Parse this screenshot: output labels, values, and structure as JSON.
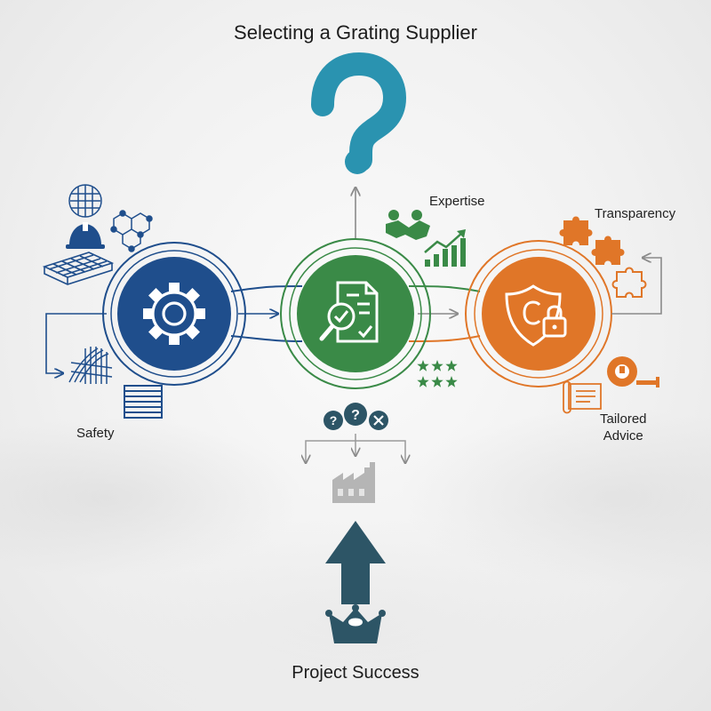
{
  "title": "Selecting a Grating Supplier",
  "labels": {
    "expertise": "Expertise",
    "transparency": "Transparency",
    "safety": "Safety",
    "tailored_line1": "Tailored",
    "tailored_line2": "Advice",
    "project_success": "Project Success"
  },
  "colors": {
    "blue": "#1f4e8c",
    "green": "#3a8a47",
    "orange": "#e07628",
    "teal": "#2a93b0",
    "dark_teal": "#2d5566",
    "gray": "#9a9a9a"
  },
  "icons": {
    "center": "question-mark-icon",
    "stage1": "gear-icon",
    "stage2": "document-magnifier-icon",
    "stage3": "shield-lock-icon",
    "bottom_arrow": "up-arrow-icon",
    "crown": "crown-icon"
  }
}
